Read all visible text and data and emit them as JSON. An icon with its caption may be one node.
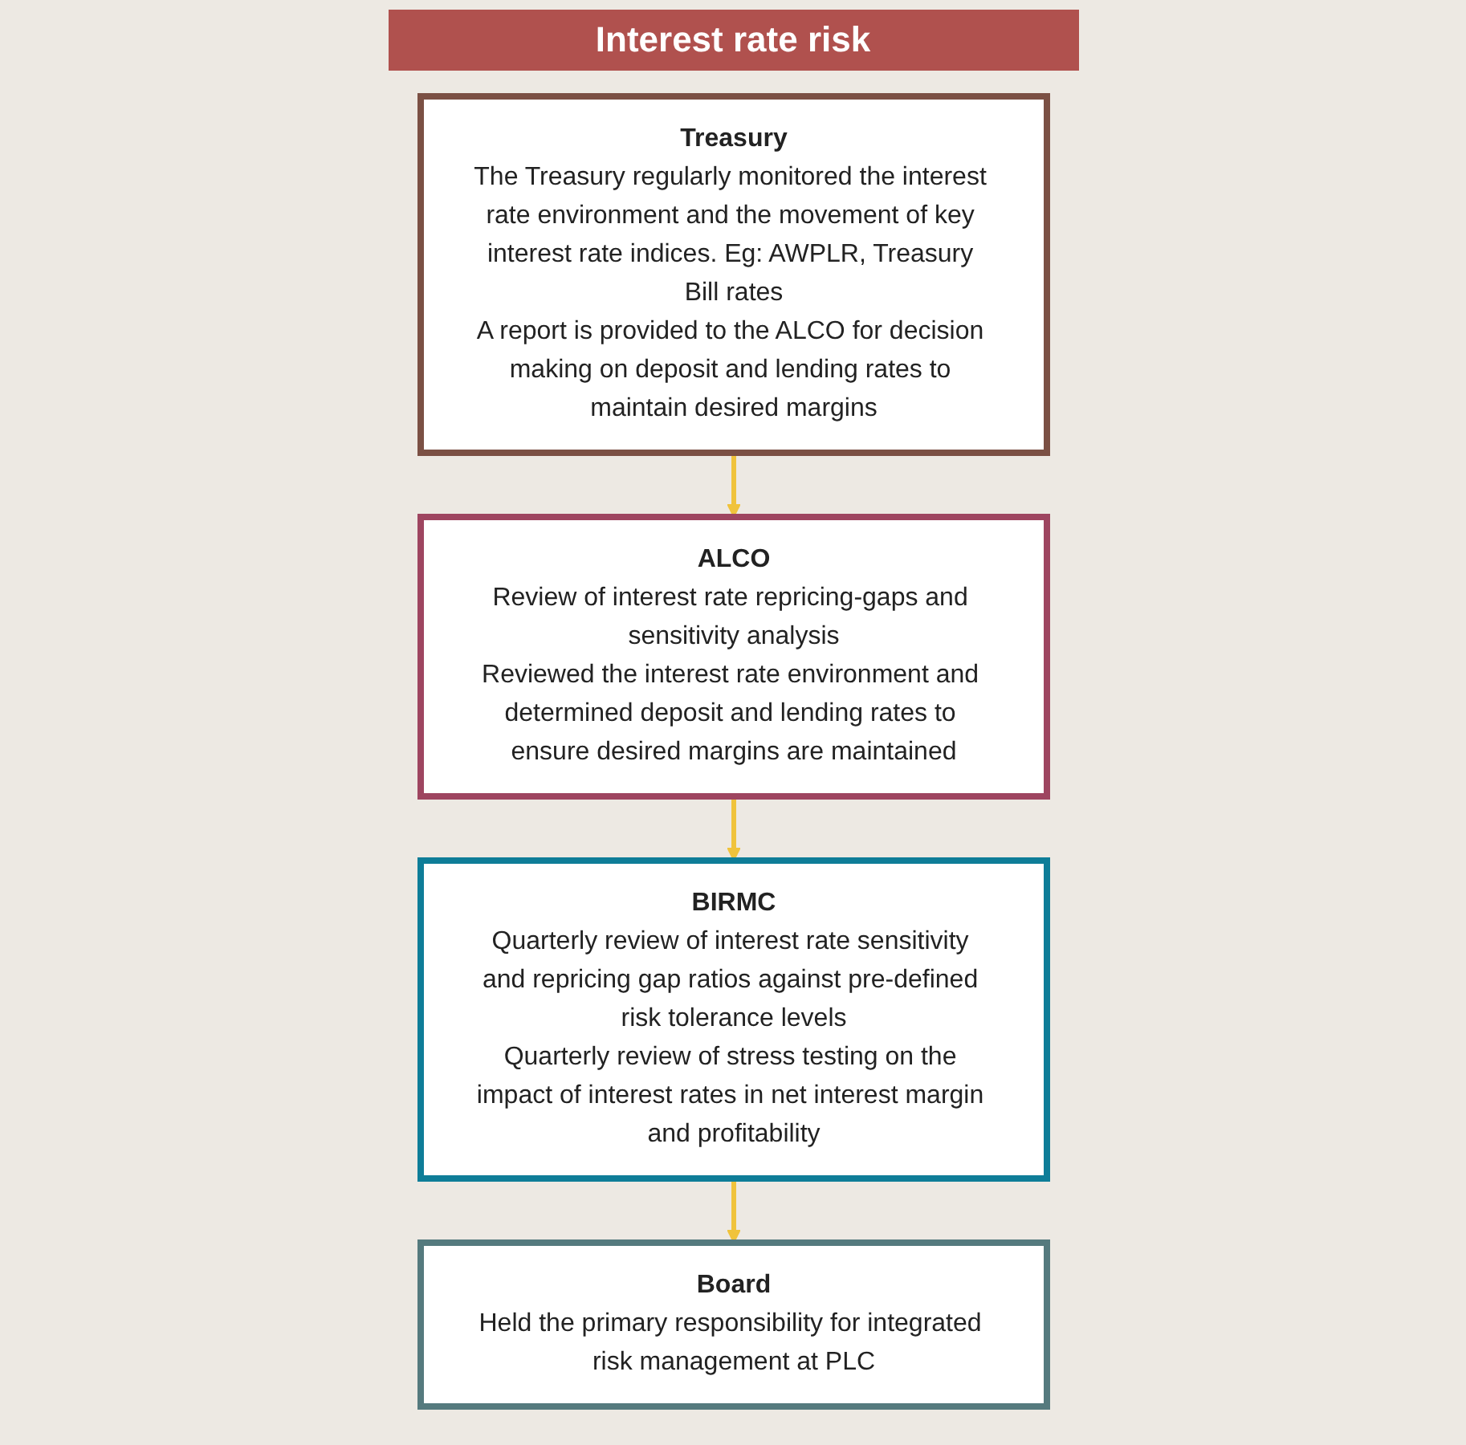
{
  "diagram": {
    "title": "Interest rate risk",
    "nodes": [
      {
        "text": [
          "Treasury",
          "The Treasury regularly monitored the interest rate environment and the movement of key interest rate indices. Eg: AWPLR, Treasury Bill rates",
          "A report is provided to the ALCO for decision making on deposit and lending rates to maintain desired margins"
        ]
      },
      {
        "text": [
          "ALCO",
          "Review of interest rate repricing-gaps and sensitivity analysis",
          "Reviewed the interest rate environment and determined deposit and lending rates to ensure desired margins are maintained"
        ]
      },
      {
        "text": [
          "Board",
          "Held the primary responsibility for integrated risk management at PLC"
        ]
      },
      {
        "text": [
          "BIRMC",
          "Quarterly review of interest rate sensitivity and repricing gap ratios against pre-defined risk tolerance levels",
          "Quarterly review of stress testing on the impact of interest rates in net interest margin and profitability"
        ]
      }
    ],
    "edges": [
      {
        "from": 0,
        "to": 1,
        "arrow": "to"
      },
      {
        "from": 1,
        "to": 3,
        "arrow": "to"
      },
      {
        "from": 3,
        "to": 2,
        "arrow": "to"
      }
    ]
  }
}
